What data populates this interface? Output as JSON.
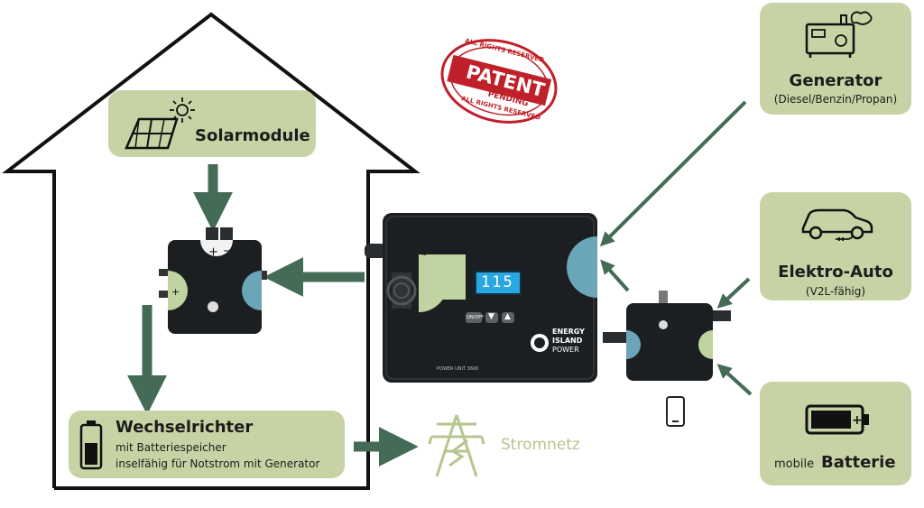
{
  "colors": {
    "box_fill": "#c8d3a5",
    "arrow": "#436b55",
    "grid_symbol": "#b7c58e",
    "house_outline": "#111111",
    "device_body": "#1c1f22",
    "plug_green": "#bfd4a0",
    "plug_blue": "#6aa6b8",
    "stamp_red": "#c0202a"
  },
  "stamp": {
    "ring_text_top": "ALL RIGHTS RESERVED",
    "main": "PATENT",
    "sub": "PENDING",
    "ring_text_bottom": "ALL RIGHTS RESERVED"
  },
  "solar": {
    "label": "Solarmodule",
    "icons": [
      "solar-panel-icon",
      "sun-icon"
    ]
  },
  "inverter": {
    "title": "Wechselrichter",
    "line1": "mit Batteriespeicher",
    "line2": "inselfähig für Notstrom mit Generator",
    "icon": "battery-icon"
  },
  "grid": {
    "label": "Stromnetz",
    "icon": "power-pylon-icon"
  },
  "generator": {
    "title": "Generator",
    "sub": "(Diesel/Benzin/Propan)",
    "icon": "generator-icon"
  },
  "ev": {
    "title": "Elektro-Auto",
    "sub": "(V2L-fähig)",
    "icon": "electric-car-icon"
  },
  "battery": {
    "prefix": "mobile",
    "title": "Batterie",
    "icon": "mobile-battery-icon"
  },
  "main_unit": {
    "display": "115",
    "buttons": [
      "ON/OFF",
      "▼",
      "▲"
    ],
    "brand_line1": "ENERGY",
    "brand_line2": "ISLAND",
    "brand_line3": "POWER",
    "model": "POWER UNIT 3600"
  },
  "phone_icon": "smartphone-icon"
}
